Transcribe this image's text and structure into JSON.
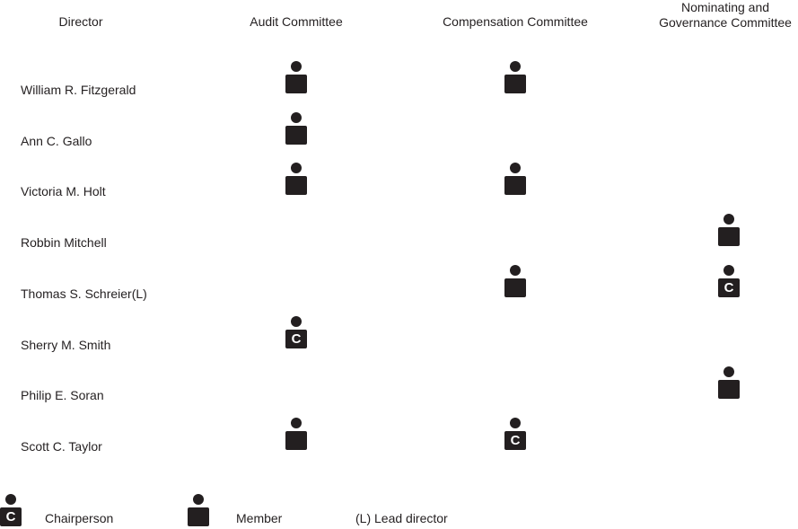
{
  "headers": {
    "director": "Director",
    "audit": "Audit Committee",
    "compensation": "Compensation Committee",
    "nominating_line1": "Nominating and",
    "nominating_line2": "Governance Committee"
  },
  "directors": [
    {
      "name": "William R. Fitzgerald",
      "audit": "member",
      "compensation": "member",
      "nominating": ""
    },
    {
      "name": "Ann C. Gallo",
      "audit": "member",
      "compensation": "",
      "nominating": ""
    },
    {
      "name": "Victoria M. Holt",
      "audit": "member",
      "compensation": "member",
      "nominating": ""
    },
    {
      "name": "Robbin Mitchell",
      "audit": "",
      "compensation": "",
      "nominating": "member"
    },
    {
      "name": "Thomas S. Schreier(L)",
      "audit": "",
      "compensation": "member",
      "nominating": "chair"
    },
    {
      "name": "Sherry M. Smith",
      "audit": "chair",
      "compensation": "",
      "nominating": ""
    },
    {
      "name": "Philip E. Soran",
      "audit": "",
      "compensation": "",
      "nominating": "member"
    },
    {
      "name": "Scott C. Taylor",
      "audit": "member",
      "compensation": "chair",
      "nominating": ""
    }
  ],
  "chair_badge": "C",
  "legend": {
    "chairperson": "Chairperson",
    "member": "Member",
    "lead_director": "(L) Lead director"
  },
  "colors": {
    "icon": "#231f20",
    "text": "#231f20",
    "background": "#ffffff"
  }
}
